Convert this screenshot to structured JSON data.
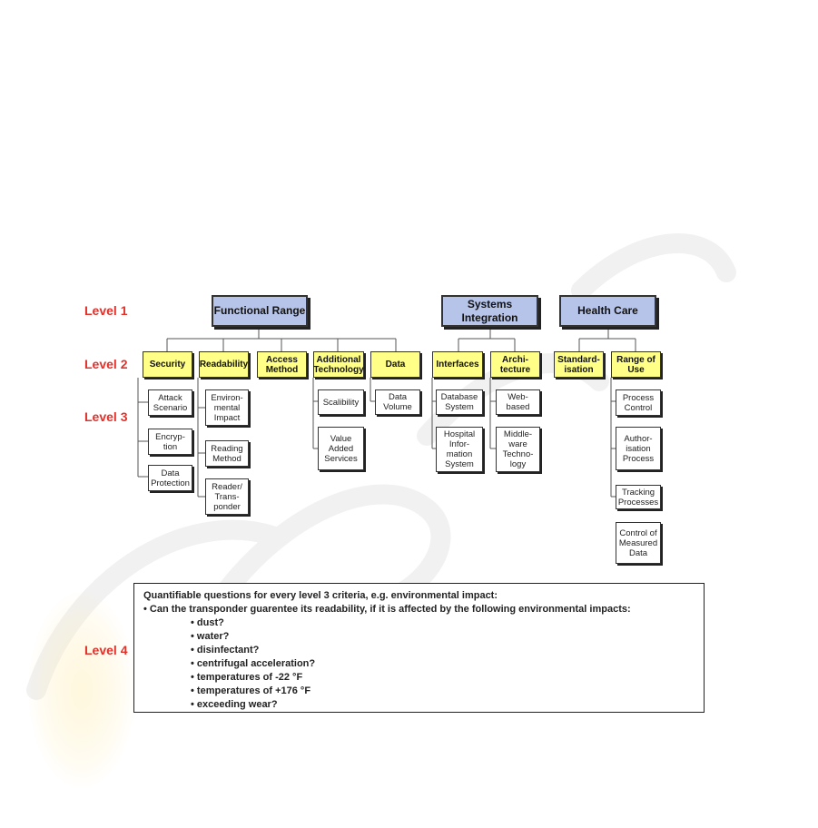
{
  "levels": {
    "level1": "Level 1",
    "level2": "Level 2",
    "level3": "Level 3",
    "level4": "Level 4"
  },
  "level1_nodes": {
    "functional_range": "Functional Range",
    "systems_integration": "Systems\nIntegration",
    "health_care": "Health Care"
  },
  "level2_nodes": {
    "security": "Security",
    "readability": "Readability",
    "access_method": "Access\nMethod",
    "additional_technology": "Additional\nTechnology",
    "data": "Data",
    "interfaces": "Interfaces",
    "architecture": "Archi-\ntecture",
    "standardisation": "Standard-\nisation",
    "range_of_use": "Range of\nUse"
  },
  "level3_nodes": {
    "attack_scenario": "Attack\nScenario",
    "encryption": "Encryp-\ntion",
    "data_protection": "Data\nProtection",
    "environmental_impact": "Environ-\nmental\nImpact",
    "reading_method": "Reading\nMethod",
    "reader_transponder": "Reader/\nTrans-\nponder",
    "scalibility": "Scalibility",
    "value_added_services": "Value\nAdded\nServices",
    "data_volume": "Data\nVolume",
    "database_system": "Database\nSystem",
    "hospital_information_system": "Hospital\nInfor-\nmation\nSystem",
    "web_based": "Web-\nbased",
    "middleware_technology": "Middle-\nware\nTechno-\nlogy",
    "process_control": "Process\nControl",
    "authorisation_process": "Author-\nisation\nProcess",
    "tracking_processes": "Tracking\nProcesses",
    "control_of_measured_data": "Control of\nMeasured\nData"
  },
  "level4": {
    "intro": "Quantifiable questions for every level 3 criteria, e.g. environmental impact:",
    "question": "• Can the transponder guarentee its readability, if it is affected by the following environmental impacts:",
    "items": [
      "• dust?",
      "• water?",
      "• disinfectant?",
      "• centrifugal acceleration?",
      "• temperatures of -22 °F",
      "• temperatures of +176 °F",
      "• exceeding wear?"
    ]
  },
  "colors": {
    "level_label": "#e0312b",
    "level1_fill": "#b7c4ea",
    "level2_fill": "#ffff88",
    "level3_fill": "#ffffff"
  }
}
